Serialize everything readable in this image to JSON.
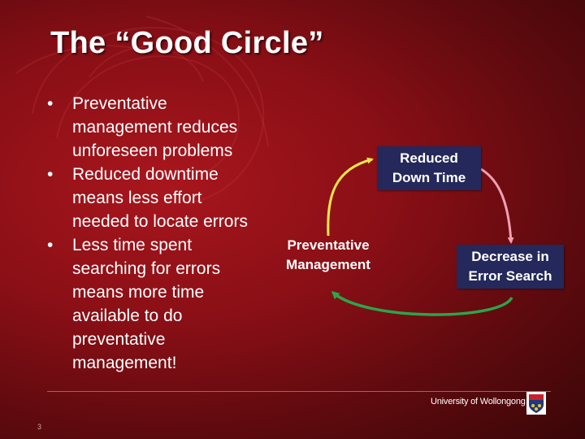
{
  "slide": {
    "title": "The “Good Circle”",
    "bullets": [
      {
        "marker": "•",
        "lines": [
          "Preventative",
          "management reduces",
          "unforeseen problems"
        ]
      },
      {
        "marker": "•",
        "lines": [
          "Reduced downtime",
          "means less effort",
          "needed to locate errors"
        ]
      },
      {
        "marker": "•",
        "lines": [
          "Less time spent",
          "searching for errors",
          "means more time",
          "available to do",
          "preventative",
          "management!"
        ]
      }
    ],
    "diagram": {
      "node_top": [
        "Reduced",
        "Down Time"
      ],
      "node_left": [
        "Preventative",
        "Management"
      ],
      "node_right": [
        "Decrease in",
        "Error Search"
      ],
      "arrow_colors": {
        "top_left": "#f2e64a",
        "top_right": "#f0a0b4",
        "bottom": "#2aa64a"
      },
      "box_color": "#24285a"
    },
    "footer": {
      "page_number": "3",
      "university": "University of Wollongong"
    }
  }
}
